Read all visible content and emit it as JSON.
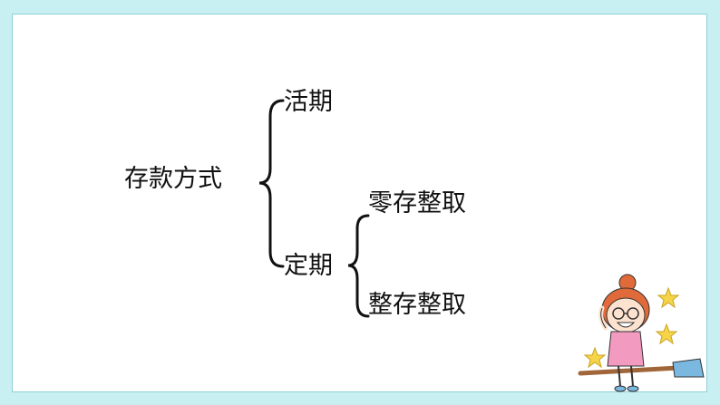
{
  "diagram": {
    "root": "存款方式",
    "branches": [
      {
        "label": "活期"
      },
      {
        "label": "定期",
        "children": [
          {
            "label": "零存整取"
          },
          {
            "label": "整存整取"
          }
        ]
      }
    ]
  },
  "colors": {
    "frame": "#c8f0f2",
    "border": "#8fcfd6",
    "text": "#111111",
    "brace": "#111111",
    "star": "#f5d547",
    "hair": "#e06a3a",
    "broom": "#7ab8e0"
  },
  "decoration": {
    "mascot_icon": "girl-on-broom-icon"
  }
}
